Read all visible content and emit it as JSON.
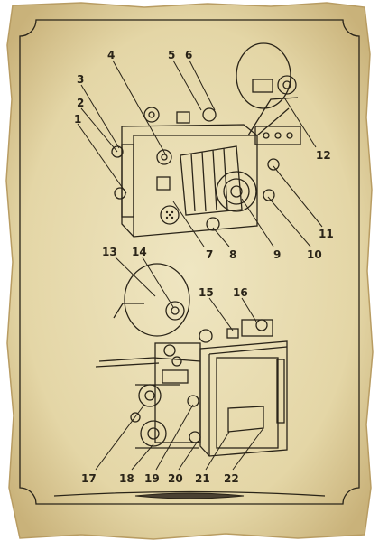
{
  "callouts": {
    "c1": "1",
    "c2": "2",
    "c3": "3",
    "c4": "4",
    "c5": "5",
    "c6": "6",
    "c7": "7",
    "c8": "8",
    "c9": "9",
    "c10": "10",
    "c11": "11",
    "c12": "12",
    "c13": "13",
    "c14": "14",
    "c15": "15",
    "c16": "16",
    "c17": "17",
    "c18": "18",
    "c19": "19",
    "c20": "20",
    "c21": "21",
    "c22": "22"
  },
  "colors": {
    "paper": "#e9dfb6",
    "paper_edge": "#c7b27a",
    "ink": "#2a2418"
  }
}
